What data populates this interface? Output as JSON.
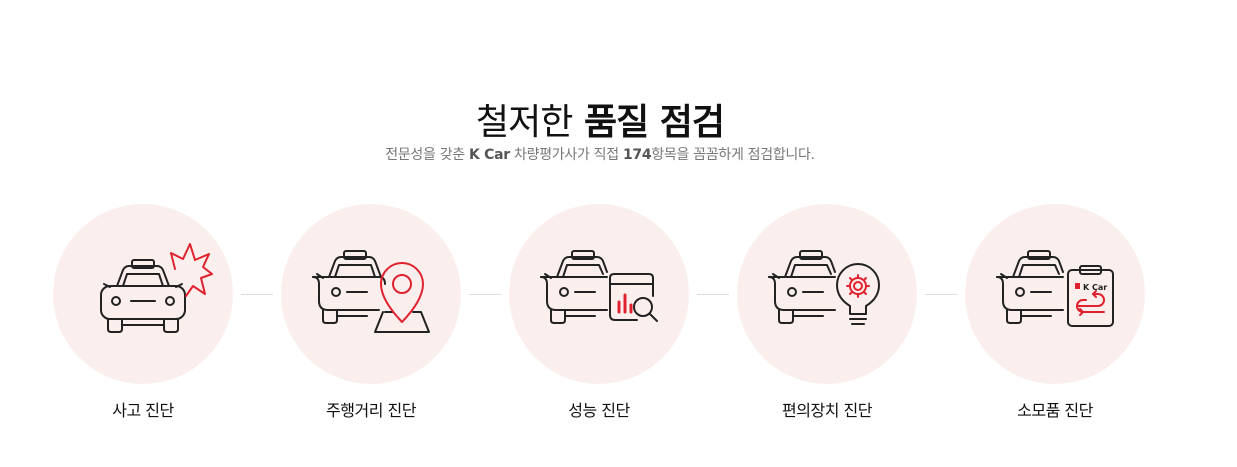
{
  "title": {
    "light": "철저한",
    "bold": "품질 점검"
  },
  "subtitle": {
    "part1": "전문성을 갖춘 ",
    "brand": "K Car",
    "part2": " 차량평가사가 직접 ",
    "count": "174",
    "part3": "항목을 꼼꼼하게 점검합니다."
  },
  "steps": [
    {
      "label": "사고 진단",
      "icon": "car-accident-icon"
    },
    {
      "label": "주행거리 진단",
      "icon": "car-mileage-location-icon"
    },
    {
      "label": "성능 진단",
      "icon": "car-performance-report-icon"
    },
    {
      "label": "편의장치 진단",
      "icon": "car-convenience-gear-icon"
    },
    {
      "label": "소모품 진단",
      "icon": "car-consumables-document-icon"
    }
  ],
  "icon_badge_text": "K Car",
  "colors": {
    "accent": "#e0222e",
    "circle": "#fbefed",
    "line": "#222222"
  }
}
